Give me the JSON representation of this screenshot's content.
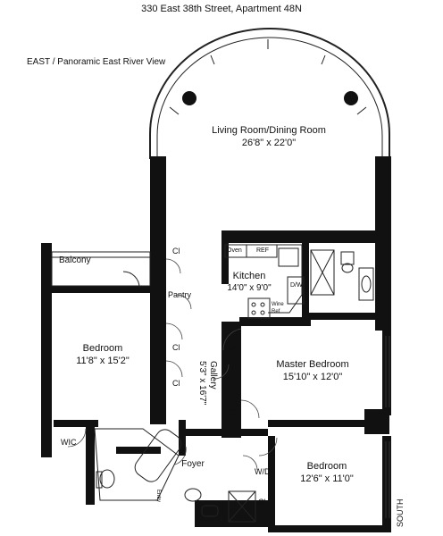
{
  "header": {
    "address": "330 East 38th Street, Apartment 48N",
    "view_note": "EAST / Panoramic East River View"
  },
  "rooms": {
    "living": {
      "name": "Living Room/Dining Room",
      "dims": "26'8\" x 22'0\""
    },
    "balcony": {
      "name": "Balcony"
    },
    "bedroom_west": {
      "name": "Bedroom",
      "dims": "11'8\" x 15'2\""
    },
    "kitchen": {
      "name": "Kitchen",
      "dims": "14'0\" x 9'0\""
    },
    "master": {
      "name": "Master Bedroom",
      "dims": "15'10\" x 12'0\""
    },
    "bedroom_south": {
      "name": "Bedroom",
      "dims": "12'6\" x 11'0\""
    },
    "gallery": {
      "name": "Gallery",
      "dims": "5'3\" x 16'7\""
    },
    "foyer": {
      "name": "Foyer"
    },
    "pantry": {
      "name": "Pantry"
    },
    "wic": {
      "name": "WIC"
    },
    "wd": {
      "name": "W/D"
    }
  },
  "closets": {
    "label": "Cl"
  },
  "appliances": {
    "oven": "Oven",
    "ref": "REF",
    "dw": "D/W",
    "wine": "Wine",
    "wine_ref": "Ref"
  },
  "entry": {
    "label": "Entry"
  },
  "compass": {
    "south": "SOUTH"
  }
}
